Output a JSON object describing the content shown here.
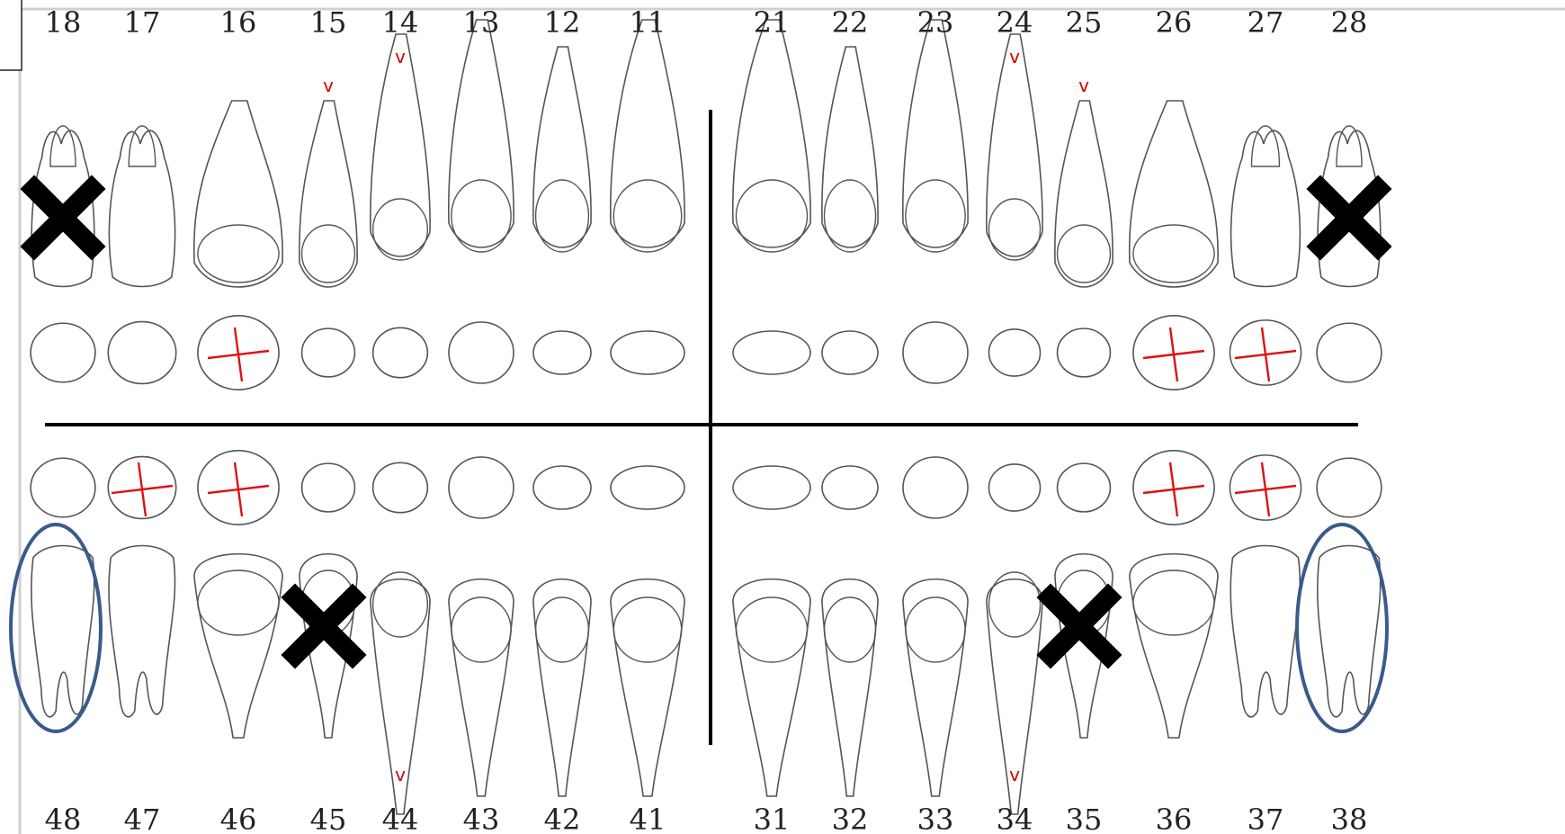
{
  "upper_numbers": [
    "18",
    "17",
    "16",
    "15",
    "14",
    "13",
    "12",
    "11",
    "21",
    "22",
    "23",
    "24",
    "25",
    "26",
    "27",
    "28"
  ],
  "lower_numbers": [
    "48",
    "47",
    "46",
    "45",
    "44",
    "43",
    "42",
    "41",
    "31",
    "32",
    "33",
    "34",
    "35",
    "36",
    "37",
    "38"
  ],
  "marker_symbol": "v",
  "upper_marked": [
    "15",
    "14",
    "24",
    "25"
  ],
  "lower_marked": [
    "44",
    "34"
  ],
  "upper_occlusal_crossed": [
    "16",
    "26",
    "27"
  ],
  "lower_occlusal_crossed": [
    "47",
    "46",
    "36",
    "37"
  ],
  "upper_crossed_out": [
    "18",
    "28"
  ],
  "lower_crossed_out": [
    "45",
    "35"
  ],
  "lower_circled": [
    "48",
    "38"
  ],
  "colors": {
    "marker": "#d40000",
    "crossout": "#000000",
    "circle": "#3a5a8c",
    "outline": "#555555"
  }
}
